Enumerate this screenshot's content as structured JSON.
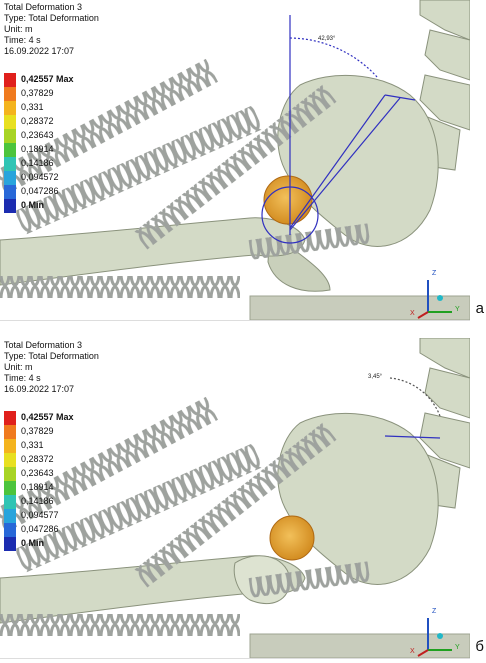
{
  "panels": [
    {
      "id": "a",
      "info": {
        "title": "Total Deformation 3",
        "type": "Type: Total Deformation",
        "unit": "Unit: m",
        "time": "Time: 4 s",
        "date": "16.09.2022 17:07"
      },
      "legend": [
        {
          "label": "0,42557 Max",
          "color": "#e0201c",
          "bold": true
        },
        {
          "label": "0,37829",
          "color": "#f07a1e"
        },
        {
          "label": "0,331",
          "color": "#f4b41e"
        },
        {
          "label": "0,28372",
          "color": "#e8e020"
        },
        {
          "label": "0,23643",
          "color": "#a8d424"
        },
        {
          "label": "0,18914",
          "color": "#4cc43c"
        },
        {
          "label": "0,14186",
          "color": "#30c4b4"
        },
        {
          "label": "0,094572",
          "color": "#28a4dc"
        },
        {
          "label": "0,047286",
          "color": "#2868d8"
        },
        {
          "label": "0 Min",
          "color": "#1c2cb0",
          "bold": true
        }
      ],
      "angle_label": "42,93°",
      "sublabel": "a"
    },
    {
      "id": "b",
      "info": {
        "title": "Total Deformation 3",
        "type": "Type: Total Deformation",
        "unit": "Unit: m",
        "time": "Time: 4 s",
        "date": "16.09.2022 17:07"
      },
      "legend": [
        {
          "label": "0,42557 Max",
          "color": "#e0201c",
          "bold": true
        },
        {
          "label": "0,37829",
          "color": "#f07a1e"
        },
        {
          "label": "0,331",
          "color": "#f4b41e"
        },
        {
          "label": "0,28372",
          "color": "#e8e020"
        },
        {
          "label": "0,23643",
          "color": "#a8d424"
        },
        {
          "label": "0,18914",
          "color": "#4cc43c"
        },
        {
          "label": "0,14186",
          "color": "#30c4b4"
        },
        {
          "label": "0,094577",
          "color": "#28a4dc"
        },
        {
          "label": "0,047286",
          "color": "#2868d8"
        },
        {
          "label": "0 Min",
          "color": "#1c2cb0",
          "bold": true
        }
      ],
      "angle_label": "3,45°",
      "sublabel": "б"
    }
  ],
  "colors": {
    "bone": "#d3dac6",
    "bone_shadow": "#a8b09a",
    "spring": "#b4b8b4",
    "axis_blue": "#3030c0",
    "deform_orange": "#e8a030"
  },
  "triad_axes": {
    "x": "X",
    "y": "Y",
    "z": "Z"
  }
}
